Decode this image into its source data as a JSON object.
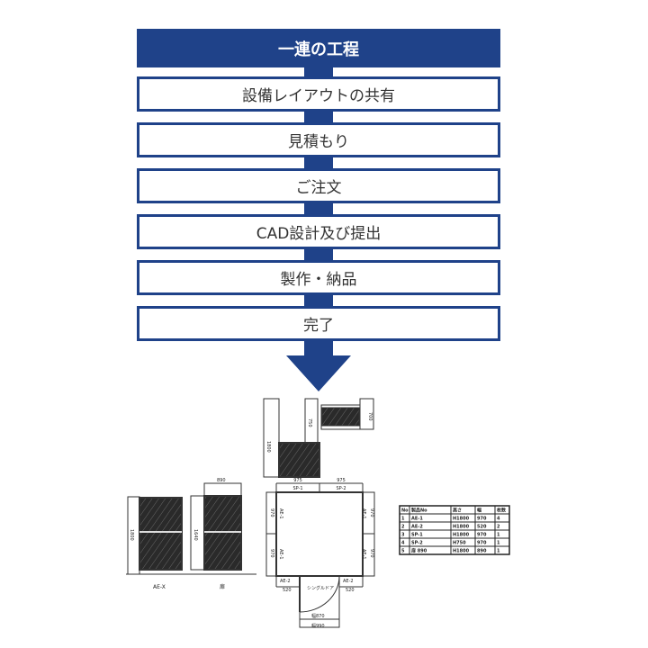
{
  "header": {
    "title": "一連の工程"
  },
  "steps": [
    {
      "label": "設備レイアウトの共有"
    },
    {
      "label": "見積もり"
    },
    {
      "label": "ご注文"
    },
    {
      "label": "CAD設計及び提出"
    },
    {
      "label": "製作・納品"
    },
    {
      "label": "完了"
    }
  ],
  "colors": {
    "accent": "#1f4289"
  },
  "drawing": {
    "elev_labels": [
      "AE-X",
      "扉"
    ],
    "dims": {
      "h1800": "1800",
      "h1640": "1640",
      "w890": "890",
      "h750": "750",
      "h700": "700",
      "top_h1800": "1800",
      "w975a": "975",
      "w975b": "975",
      "side970": "970",
      "w520": "520"
    },
    "panels": {
      "sp1": "SP-1",
      "sp2": "SP-2",
      "ae1": "AE-1",
      "ae2": "AE-2"
    },
    "door": {
      "label": "シングルドア",
      "w870": "幅870",
      "w990": "幅990"
    }
  },
  "table": {
    "headers": [
      "No",
      "製品No",
      "高さ",
      "幅",
      "枚数"
    ],
    "rows": [
      [
        "1",
        "AE-1",
        "H1800",
        "970",
        "4"
      ],
      [
        "2",
        "AE-2",
        "H1800",
        "520",
        "2"
      ],
      [
        "3",
        "SP-1",
        "H1800",
        "970",
        "1"
      ],
      [
        "4",
        "SP-2",
        "H750",
        "970",
        "1"
      ],
      [
        "5",
        "扉 890",
        "H1800",
        "890",
        "1"
      ]
    ]
  }
}
